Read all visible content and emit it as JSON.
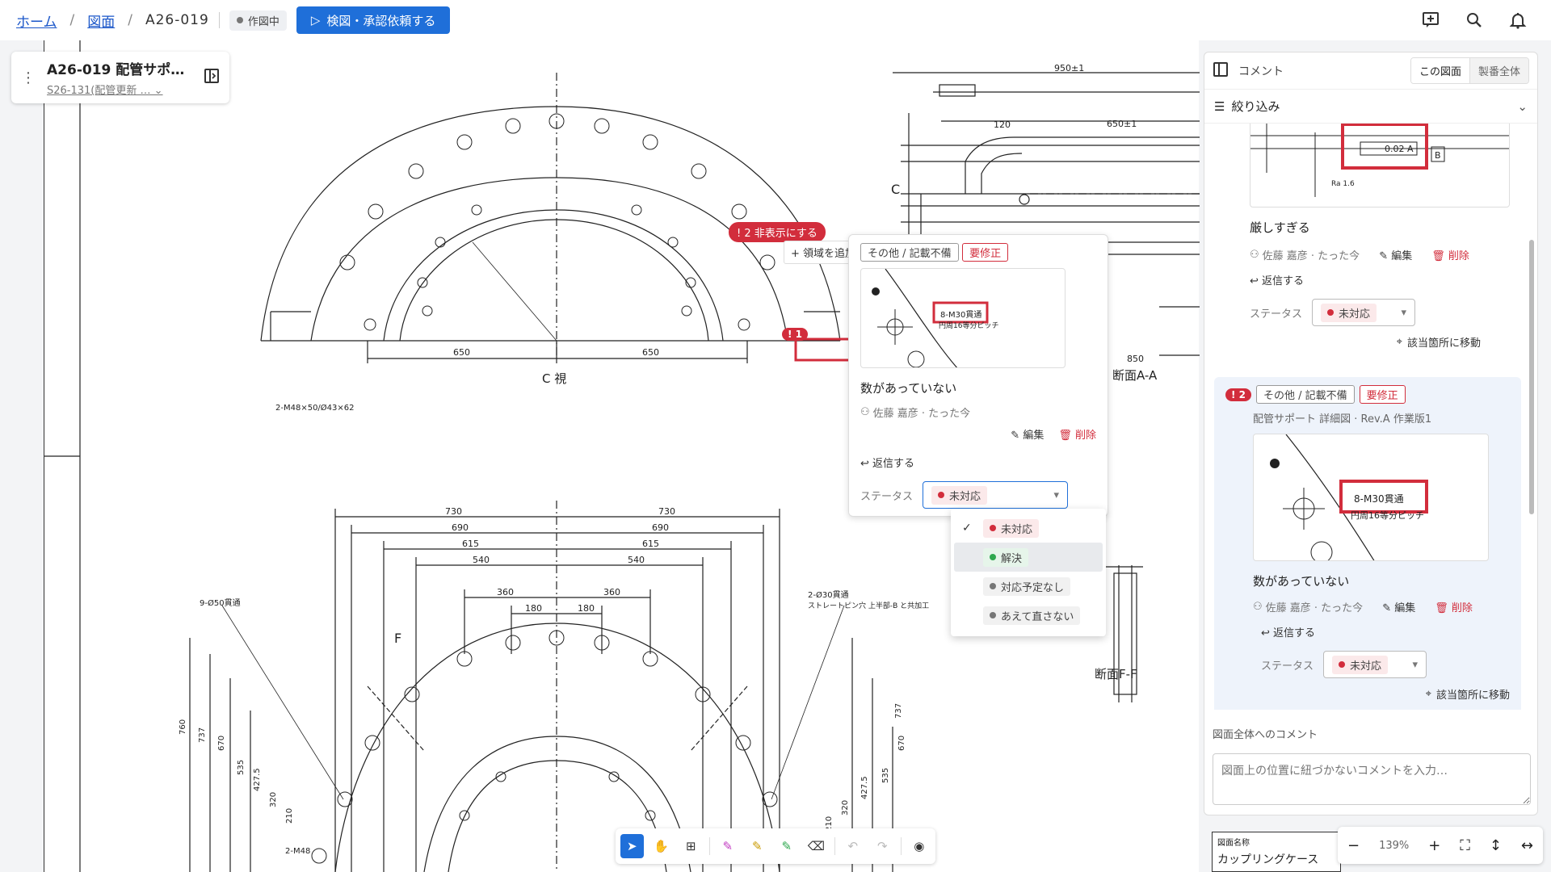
{
  "breadcrumb": {
    "home": "ホーム",
    "drawings": "図面",
    "current": "A26-019"
  },
  "status_chip": "作図中",
  "primary_action": "検図・承認依頼する",
  "doc_card": {
    "title": "A26-019 配管サポ…",
    "subtitle": "S26-131(配管更新 …"
  },
  "drawing_labels": {
    "view_c": "C 視",
    "section_aa": "断面A-A",
    "section_ff": "断面F-F",
    "label_f": "F",
    "label_c": "C",
    "dims_top": [
      "650",
      "650",
      "950±1",
      "650±1",
      "120",
      "850"
    ],
    "dims_bottom": [
      "730",
      "730",
      "690",
      "690",
      "615",
      "615",
      "540",
      "540",
      "360",
      "360",
      "180",
      "180"
    ],
    "notes": [
      "2-M48×50/Ø43×62",
      "9-Ø50貫通",
      "2-Ø30貫通",
      "ストレートピン穴 上半部-B と共加工",
      "2-M48"
    ],
    "heights_left": [
      "760",
      "737",
      "670",
      "535",
      "427.5",
      "320",
      "210"
    ],
    "heights_right": [
      "670",
      "737",
      "535",
      "427.5",
      "320",
      "210"
    ]
  },
  "popover": {
    "hide_badge": "2 非表示にする",
    "add_region": "+ 領域を追加",
    "pin_number": "2",
    "pin_one": "1",
    "tag_category": "その他 / 記載不備",
    "tag_severity": "要修正",
    "comment": "数があっていない",
    "author": "佐藤 嘉彦 · たった今",
    "edit": "編集",
    "delete": "削除",
    "reply": "返信する",
    "status_label": "ステータス",
    "status_value": "未対応",
    "thumb_text_1": "8-M30貫通",
    "thumb_text_2": "円周16等分ピッチ"
  },
  "status_options": [
    {
      "label": "未対応",
      "color": "red",
      "checked": true
    },
    {
      "label": "解決",
      "color": "green",
      "checked": false
    },
    {
      "label": "対応予定なし",
      "color": "gray",
      "checked": false
    },
    {
      "label": "あえて直さない",
      "color": "gray",
      "checked": false
    }
  ],
  "right_panel": {
    "title": "コメント",
    "scope_this": "この図面",
    "scope_all": "製番全体",
    "filter": "絞り込み",
    "card1": {
      "thumb_text": "0.02 A",
      "thumb_b": "B",
      "thumb_ra": "Ra 1.6",
      "comment": "厳しすぎる",
      "author": "佐藤 嘉彦 · たった今",
      "edit": "編集",
      "delete": "削除",
      "reply": "返信する",
      "status_label": "ステータス",
      "status_value": "未対応",
      "locate": "該当箇所に移動"
    },
    "card2": {
      "number": "2",
      "tag_category": "その他 / 記載不備",
      "tag_severity": "要修正",
      "doc_ref": "配管サポート 詳細図 · Rev.A 作業版1",
      "thumb_text_1": "8-M30貫通",
      "thumb_text_2": "円周16等分ピッチ",
      "comment": "数があっていない",
      "author": "佐藤 嘉彦 · たった今",
      "edit": "編集",
      "delete": "削除",
      "reply": "返信する",
      "status_label": "ステータス",
      "status_value": "未対応",
      "locate": "該当箇所に移動"
    },
    "whole_comment_label": "図面全体へのコメント",
    "whole_comment_placeholder": "図面上の位置に紐づかないコメントを入力…"
  },
  "zoom": {
    "value": "139%"
  },
  "titleblock": {
    "label": "図面名称",
    "value": "カップリングケース"
  }
}
